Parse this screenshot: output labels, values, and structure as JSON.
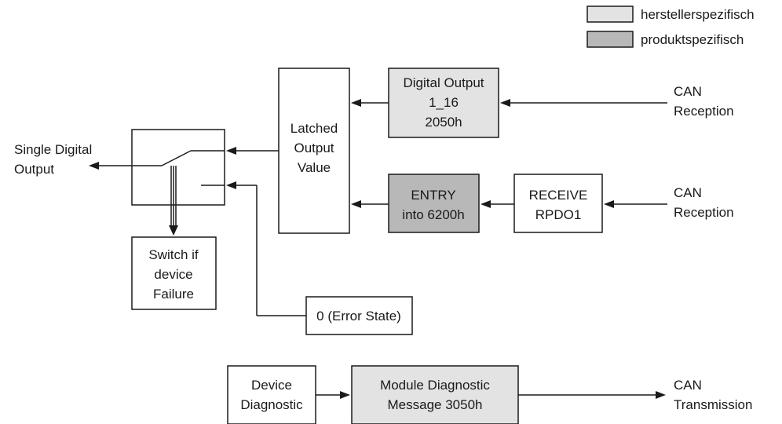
{
  "legend": {
    "items": [
      {
        "label": "herstellerspezifisch",
        "color": "#e3e3e3"
      },
      {
        "label": "produktspezifisch",
        "color": "#b8b8b8"
      }
    ]
  },
  "colors": {
    "box_white": "#ffffff",
    "box_light": "#e3e3e3",
    "box_dark": "#b8b8b8",
    "line": "#1a1a1a"
  },
  "nodes": {
    "latched": {
      "lines": [
        "Latched",
        "Output",
        "Value"
      ]
    },
    "digital_output": {
      "lines": [
        "Digital Output",
        "1_16",
        "2050h"
      ]
    },
    "entry": {
      "lines": [
        "ENTRY",
        "into 6200h"
      ]
    },
    "receive": {
      "lines": [
        "RECEIVE",
        "RPDO1"
      ]
    },
    "switch_failure": {
      "lines": [
        "Switch if",
        "device",
        "Failure"
      ]
    },
    "error_state": {
      "lines": [
        "0 (Error State)"
      ]
    },
    "device_diag": {
      "lines": [
        "Device",
        "Diagnostic"
      ]
    },
    "module_diag": {
      "lines": [
        "Module Diagnostic",
        "Message 3050h"
      ]
    }
  },
  "labels": {
    "can_reception_1": [
      "CAN",
      "Reception"
    ],
    "can_reception_2": [
      "CAN",
      "Reception"
    ],
    "can_transmission": [
      "CAN",
      "Transmission"
    ],
    "single_output": [
      "Single Digital",
      "Output"
    ]
  }
}
